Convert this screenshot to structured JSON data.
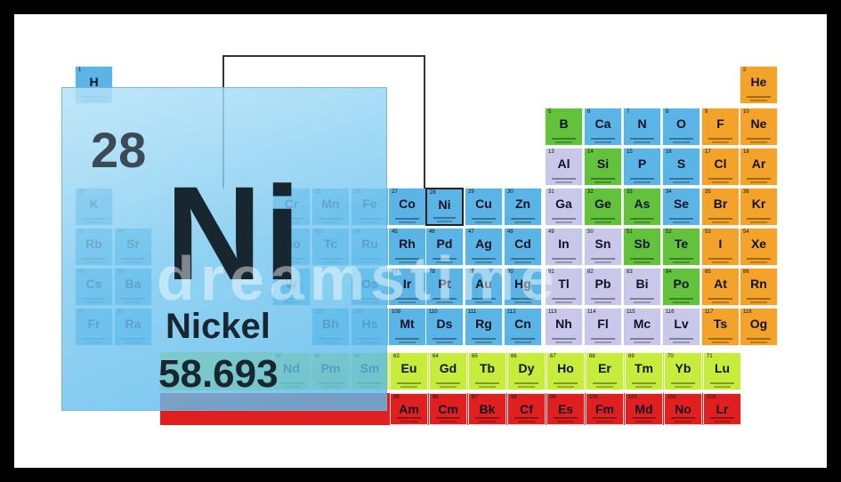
{
  "element": {
    "number": "28",
    "symbol": "Ni",
    "name": "Nickel",
    "mass": "58.693"
  },
  "watermark": "dreamstime",
  "cells": [
    {
      "sym": "H",
      "num": "1",
      "col": "#5ab4e6"
    },
    {
      "sym": "He",
      "num": "2",
      "col": "#f4a32a"
    },
    {
      "sym": "B",
      "num": "5",
      "col": "#63c23c"
    },
    {
      "sym": "Ca",
      "num": "6",
      "col": "#5ab4e6"
    },
    {
      "sym": "N",
      "num": "7",
      "col": "#5ab4e6"
    },
    {
      "sym": "O",
      "num": "8",
      "col": "#5ab4e6"
    },
    {
      "sym": "F",
      "num": "9",
      "col": "#f4a32a"
    },
    {
      "sym": "Ne",
      "num": "10",
      "col": "#f4a32a"
    },
    {
      "sym": "Al",
      "num": "13",
      "col": "#c9c7ea"
    },
    {
      "sym": "Si",
      "num": "14",
      "col": "#63c23c"
    },
    {
      "sym": "P",
      "num": "15",
      "col": "#5ab4e6"
    },
    {
      "sym": "S",
      "num": "16",
      "col": "#5ab4e6"
    },
    {
      "sym": "Cl",
      "num": "17",
      "col": "#f4a32a"
    },
    {
      "sym": "Ar",
      "num": "18",
      "col": "#f4a32a"
    },
    {
      "sym": "Co",
      "num": "27",
      "col": "#5ab4e6"
    },
    {
      "sym": "Ni",
      "num": "28",
      "col": "#5ab4e6"
    },
    {
      "sym": "Cu",
      "num": "29",
      "col": "#5ab4e6"
    },
    {
      "sym": "Zn",
      "num": "30",
      "col": "#5ab4e6"
    },
    {
      "sym": "Ga",
      "num": "31",
      "col": "#c9c7ea"
    },
    {
      "sym": "Ge",
      "num": "32",
      "col": "#63c23c"
    },
    {
      "sym": "As",
      "num": "33",
      "col": "#63c23c"
    },
    {
      "sym": "Se",
      "num": "34",
      "col": "#5ab4e6"
    },
    {
      "sym": "Br",
      "num": "35",
      "col": "#f4a32a"
    },
    {
      "sym": "Kr",
      "num": "36",
      "col": "#f4a32a"
    },
    {
      "sym": "Rh",
      "num": "45",
      "col": "#5ab4e6"
    },
    {
      "sym": "Pd",
      "num": "46",
      "col": "#5ab4e6"
    },
    {
      "sym": "Ag",
      "num": "47",
      "col": "#5ab4e6"
    },
    {
      "sym": "Cd",
      "num": "48",
      "col": "#5ab4e6"
    },
    {
      "sym": "In",
      "num": "49",
      "col": "#c9c7ea"
    },
    {
      "sym": "Sn",
      "num": "50",
      "col": "#c9c7ea"
    },
    {
      "sym": "Sb",
      "num": "51",
      "col": "#63c23c"
    },
    {
      "sym": "Te",
      "num": "52",
      "col": "#63c23c"
    },
    {
      "sym": "I",
      "num": "53",
      "col": "#f4a32a"
    },
    {
      "sym": "Xe",
      "num": "54",
      "col": "#f4a32a"
    },
    {
      "sym": "Ir",
      "num": "77",
      "col": "#5ab4e6"
    },
    {
      "sym": "Pt",
      "num": "78",
      "col": "#5ab4e6"
    },
    {
      "sym": "Au",
      "num": "79",
      "col": "#5ab4e6"
    },
    {
      "sym": "Hg",
      "num": "80",
      "col": "#5ab4e6"
    },
    {
      "sym": "Tl",
      "num": "81",
      "col": "#c9c7ea"
    },
    {
      "sym": "Pb",
      "num": "82",
      "col": "#c9c7ea"
    },
    {
      "sym": "Bi",
      "num": "83",
      "col": "#c9c7ea"
    },
    {
      "sym": "Po",
      "num": "84",
      "col": "#63c23c"
    },
    {
      "sym": "At",
      "num": "85",
      "col": "#f4a32a"
    },
    {
      "sym": "Rn",
      "num": "86",
      "col": "#f4a32a"
    },
    {
      "sym": "Mt",
      "num": "109",
      "col": "#5ab4e6"
    },
    {
      "sym": "Ds",
      "num": "110",
      "col": "#5ab4e6"
    },
    {
      "sym": "Rg",
      "num": "111",
      "col": "#5ab4e6"
    },
    {
      "sym": "Cn",
      "num": "112",
      "col": "#5ab4e6"
    },
    {
      "sym": "Nh",
      "num": "113",
      "col": "#c9c7ea"
    },
    {
      "sym": "Fl",
      "num": "114",
      "col": "#c9c7ea"
    },
    {
      "sym": "Mc",
      "num": "115",
      "col": "#c9c7ea"
    },
    {
      "sym": "Lv",
      "num": "116",
      "col": "#c9c7ea"
    },
    {
      "sym": "Ts",
      "num": "117",
      "col": "#f4a32a"
    },
    {
      "sym": "Og",
      "num": "118",
      "col": "#f4a32a"
    },
    {
      "sym": "Eu",
      "num": "63",
      "col": "#c6ec3c"
    },
    {
      "sym": "Gd",
      "num": "64",
      "col": "#c6ec3c"
    },
    {
      "sym": "Tb",
      "num": "65",
      "col": "#c6ec3c"
    },
    {
      "sym": "Dy",
      "num": "66",
      "col": "#c6ec3c"
    },
    {
      "sym": "Ho",
      "num": "67",
      "col": "#c6ec3c"
    },
    {
      "sym": "Er",
      "num": "68",
      "col": "#c6ec3c"
    },
    {
      "sym": "Tm",
      "num": "69",
      "col": "#c6ec3c"
    },
    {
      "sym": "Yb",
      "num": "70",
      "col": "#c6ec3c"
    },
    {
      "sym": "Lu",
      "num": "71",
      "col": "#c6ec3c"
    },
    {
      "sym": "Am",
      "num": "95",
      "col": "#e02020"
    },
    {
      "sym": "Cm",
      "num": "96",
      "col": "#e02020"
    },
    {
      "sym": "Bk",
      "num": "97",
      "col": "#e02020"
    },
    {
      "sym": "Cf",
      "num": "98",
      "col": "#e02020"
    },
    {
      "sym": "Es",
      "num": "99",
      "col": "#e02020"
    },
    {
      "sym": "Fm",
      "num": "100",
      "col": "#e02020"
    },
    {
      "sym": "Md",
      "num": "101",
      "col": "#e02020"
    },
    {
      "sym": "No",
      "num": "102",
      "col": "#e02020"
    },
    {
      "sym": "Lr",
      "num": "103",
      "col": "#e02020"
    },
    {
      "sym": "Mn",
      "num": "25",
      "col": "#5ab4e6"
    },
    {
      "sym": "Fe",
      "num": "26",
      "col": "#5ab4e6"
    },
    {
      "sym": "Tc",
      "num": "43",
      "col": "#5ab4e6"
    },
    {
      "sym": "Ru",
      "num": "44",
      "col": "#5ab4e6"
    },
    {
      "sym": "Os",
      "num": "76",
      "col": "#5ab4e6"
    },
    {
      "sym": "Bh",
      "num": "107",
      "col": "#5ab4e6"
    },
    {
      "sym": "Hs",
      "num": "108",
      "col": "#5ab4e6"
    },
    {
      "sym": "Pm",
      "num": "61",
      "col": "#c6ec3c"
    },
    {
      "sym": "Sm",
      "num": "62",
      "col": "#c6ec3c"
    },
    {
      "sym": "Cr",
      "num": "24",
      "col": "#5ab4e6"
    },
    {
      "sym": "Mo",
      "num": "42",
      "col": "#5ab4e6"
    },
    {
      "sym": "W",
      "num": "74",
      "col": "#5ab4e6"
    },
    {
      "sym": "Nd",
      "num": "60",
      "col": "#c6ec3c"
    },
    {
      "sym": "Sr",
      "num": "38",
      "col": "#5ab4e6"
    },
    {
      "sym": "Ba",
      "num": "56",
      "col": "#5ab4e6"
    },
    {
      "sym": "Ra",
      "num": "88",
      "col": "#5ab4e6"
    },
    {
      "sym": "Rb",
      "num": "37",
      "col": "#5ab4e6"
    },
    {
      "sym": "Cs",
      "num": "55",
      "col": "#5ab4e6"
    },
    {
      "sym": "Fr",
      "num": "87",
      "col": "#5ab4e6"
    },
    {
      "sym": "K",
      "num": "19",
      "col": "#5ab4e6"
    }
  ]
}
